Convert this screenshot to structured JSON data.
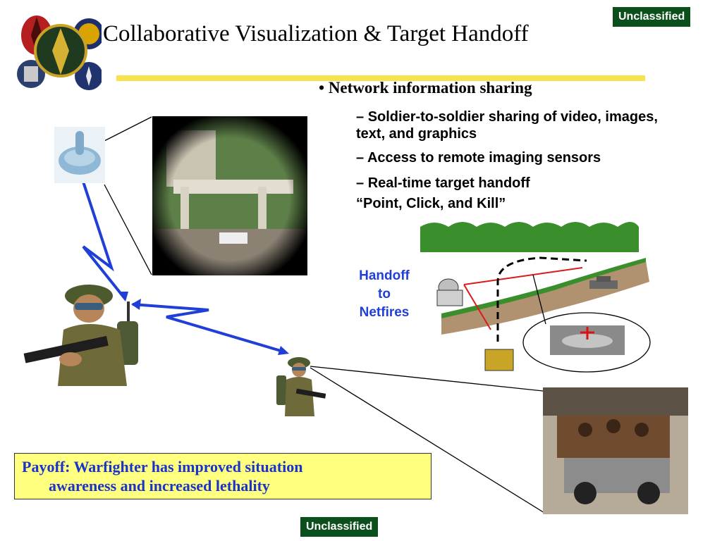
{
  "slide": {
    "title": "Collaborative Visualization & Target Handoff",
    "classification_top": "Unclassified",
    "classification_bottom": "Unclassified",
    "bullets": {
      "main": "Network information sharing",
      "items": [
        "Soldier-to-soldier sharing of video, images, text, and graphics",
        "Access to remote imaging sensors",
        "Real-time target handoff"
      ],
      "quote": "“Point, Click, and Kill”"
    },
    "handoff_label_line1": "Handoff",
    "handoff_label_line2": "to",
    "handoff_label_line3": "Netfires",
    "payoff_line1": "Payoff: Warfighter has improved situation",
    "payoff_line2": "awareness and increased lethality"
  },
  "colors": {
    "badge": "#0b4f1c",
    "rule": "#f7e14d",
    "accent_blue": "#1f3fd6",
    "payoff_bg": "#ffff80"
  }
}
